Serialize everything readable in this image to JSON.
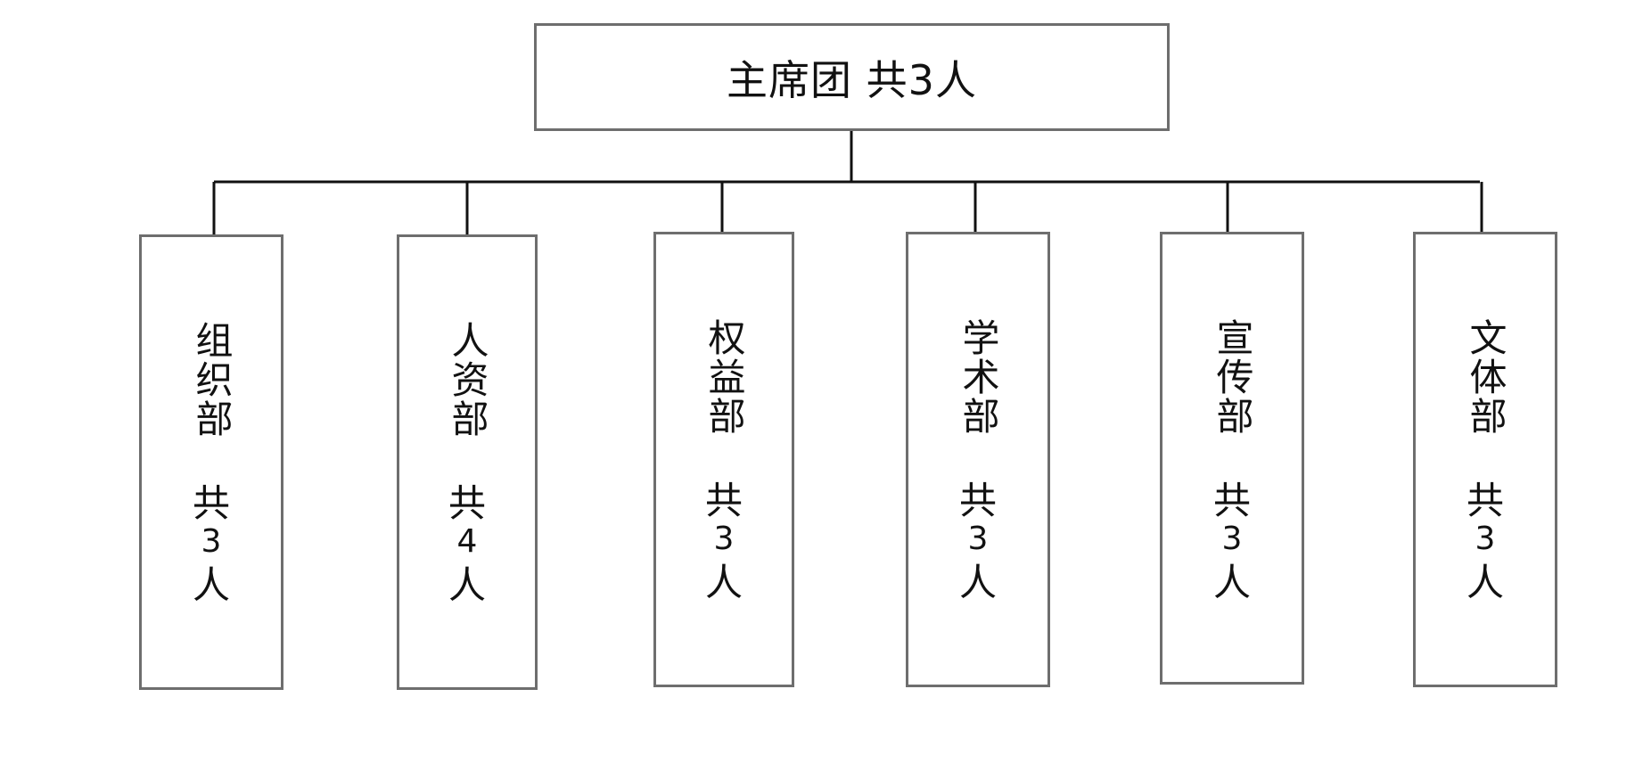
{
  "chart": {
    "root": {
      "name": "主席团",
      "count": "共3人"
    },
    "departments": [
      {
        "name": "组织部",
        "count_prefix": "共",
        "count_number": "3",
        "count_unit": "人"
      },
      {
        "name": "人资部",
        "count_prefix": "共",
        "count_number": "4",
        "count_unit": "人"
      },
      {
        "name": "权益部",
        "count_prefix": "共",
        "count_number": "3",
        "count_unit": "人"
      },
      {
        "name": "学术部",
        "count_prefix": "共",
        "count_number": "3",
        "count_unit": "人"
      },
      {
        "name": "宣传部",
        "count_prefix": "共",
        "count_number": "3",
        "count_unit": "人"
      },
      {
        "name": "文体部",
        "count_prefix": "共",
        "count_number": "3",
        "count_unit": "人"
      }
    ]
  },
  "colors": {
    "box_border": "#6e6e6e",
    "connector": "#111111",
    "background": "#ffffff"
  }
}
